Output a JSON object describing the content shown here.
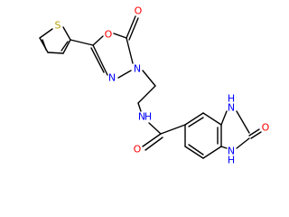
{
  "colors": {
    "oxygen": "#ff0000",
    "nitrogen": "#0000ff",
    "sulfur": "#b8a000",
    "carbon_bond": "#000000",
    "background": "#ffffff"
  },
  "atoms": {
    "oxo_top": "O",
    "ring_o": "O",
    "ring_n_right": "N",
    "ring_n_bottom": "N",
    "thiophene_s": "S",
    "amide_nh": "N",
    "amide_nh_h": "H",
    "amide_o": "O",
    "urea_o": "O",
    "urea_nh_top": "N",
    "urea_nh_top_h": "H",
    "urea_nh_bottom": "N",
    "urea_nh_bottom_h": "H"
  }
}
